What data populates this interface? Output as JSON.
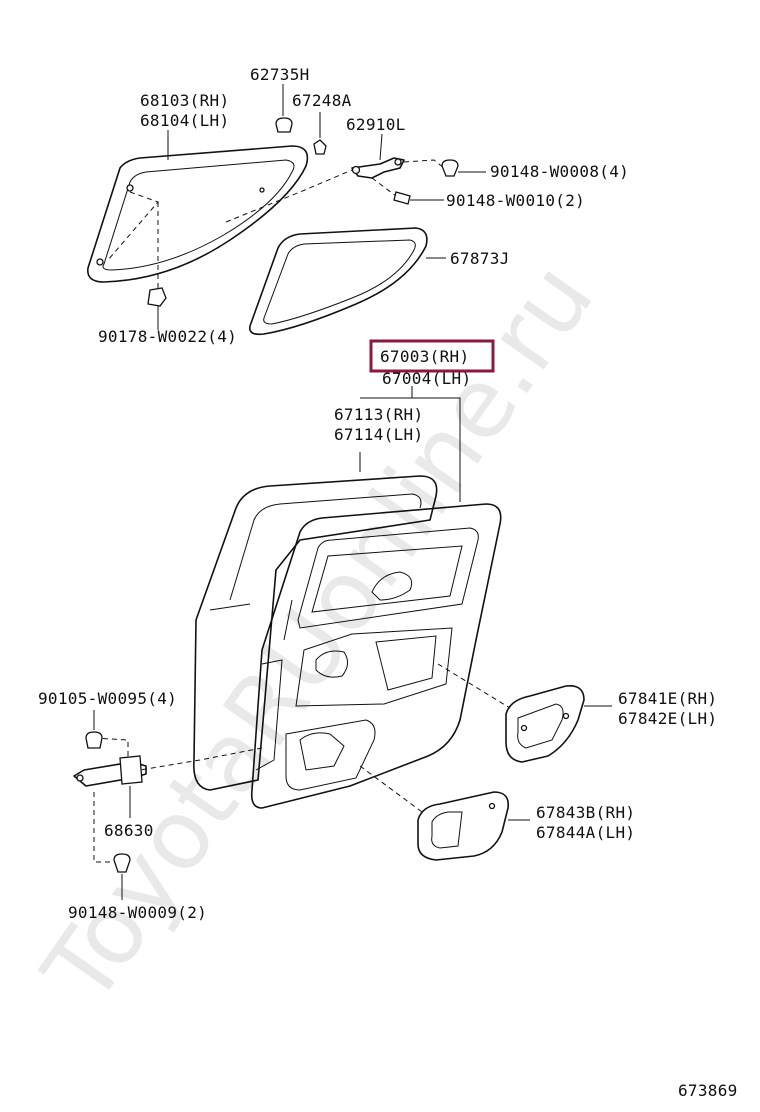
{
  "diagram": {
    "watermark": "ToyotaRUonline.ru",
    "highlight_color": "#8b1a3a",
    "labels": {
      "p68103": "68103(RH)",
      "p68104": "68104(LH)",
      "p62735h": "62735H",
      "p67248a": "67248A",
      "p62910l": "62910L",
      "p90148_8": "90148-W0008(4)",
      "p90148_10": "90148-W0010(2)",
      "p67873j": "67873J",
      "p90178": "90178-W0022(4)",
      "p67003": "67003(RH)",
      "p67004": "67004(LH)",
      "p67113": "67113(RH)",
      "p67114": "67114(LH)",
      "p90105": "90105-W0095(4)",
      "p67841e": "67841E(RH)",
      "p67842e": "67842E(LH)",
      "p68630": "68630",
      "p67843b": "67843B(RH)",
      "p67844a": "67844A(LH)",
      "p90148_9": "90148-W0009(2)",
      "diagram_id": "673869"
    }
  }
}
